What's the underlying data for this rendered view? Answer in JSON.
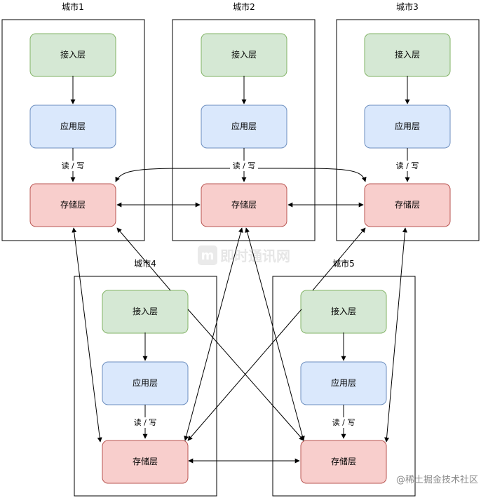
{
  "colors": {
    "access_fill": "#d5e8d4",
    "access_stroke": "#82b366",
    "app_fill": "#dae8fc",
    "app_stroke": "#6c8ebf",
    "storage_fill": "#f8cecc",
    "storage_stroke": "#b85450"
  },
  "labels": {
    "access": "接入层",
    "app": "应用层",
    "storage": "存储层",
    "read_write": "读 / 写"
  },
  "cities": [
    {
      "name": "城市1"
    },
    {
      "name": "城市2"
    },
    {
      "name": "城市3"
    },
    {
      "name": "城市4"
    },
    {
      "name": "城市5"
    }
  ],
  "watermark": {
    "text": "即时通讯网",
    "logo_glyph": "m"
  },
  "credit": "@稀土掘金技术社区"
}
